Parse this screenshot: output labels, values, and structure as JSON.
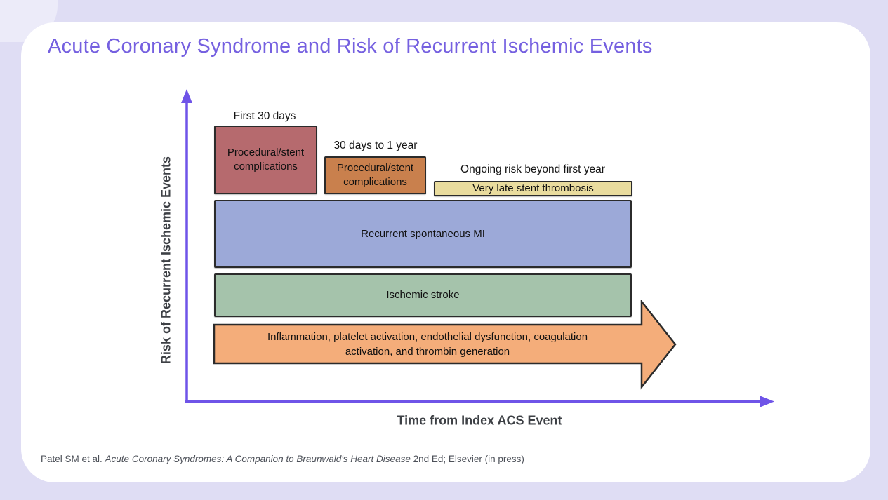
{
  "page": {
    "background_color": "#dfddf4",
    "card_color": "#ffffff"
  },
  "title": {
    "text": "Acute Coronary Syndrome and Risk of Recurrent Ischemic Events",
    "color": "#7560e0"
  },
  "diagram": {
    "type": "timeline-risk-bands",
    "axis_color": "#6f54e8",
    "y_axis_label": "Risk of Recurrent Ischemic Events",
    "x_axis_label": "Time from Index ACS Event",
    "period_labels": [
      {
        "label": "First 30 days"
      },
      {
        "label": "30 days to 1 year"
      },
      {
        "label": "Ongoing risk beyond first year"
      }
    ],
    "bands": [
      {
        "id": "procedural-stent-first-30-days",
        "label": "Procedural/stent complications",
        "period": "First 30 days",
        "fill": "#b66a6e"
      },
      {
        "id": "procedural-stent-30-days-to-1-year",
        "label": "Procedural/stent complications",
        "period": "30 days to 1 year",
        "fill": "#c9804d"
      },
      {
        "id": "very-late-stent-thrombosis",
        "label": "Very late stent thrombosis",
        "period": "Ongoing risk beyond first year",
        "fill": "#e9dc9e"
      },
      {
        "id": "recurrent-spontaneous-mi",
        "label": "Recurrent spontaneous MI",
        "period": "entire timeline",
        "fill": "#9ca9d8"
      },
      {
        "id": "ischemic-stroke",
        "label": "Ischemic stroke",
        "period": "entire timeline",
        "fill": "#a5c3ab"
      }
    ],
    "arrow": {
      "label_line1": "Inflammation, platelet activation, endothelial dysfunction, coagulation",
      "label_line2": "activation, and thrombin generation",
      "fill": "#f4ad7a"
    }
  },
  "citation": {
    "prefix": "Patel SM et al. ",
    "italic": "Acute Coronary Syndromes: A Companion to Braunwald's Heart Disease",
    "suffix": " 2nd Ed; Elsevier (in press)"
  }
}
